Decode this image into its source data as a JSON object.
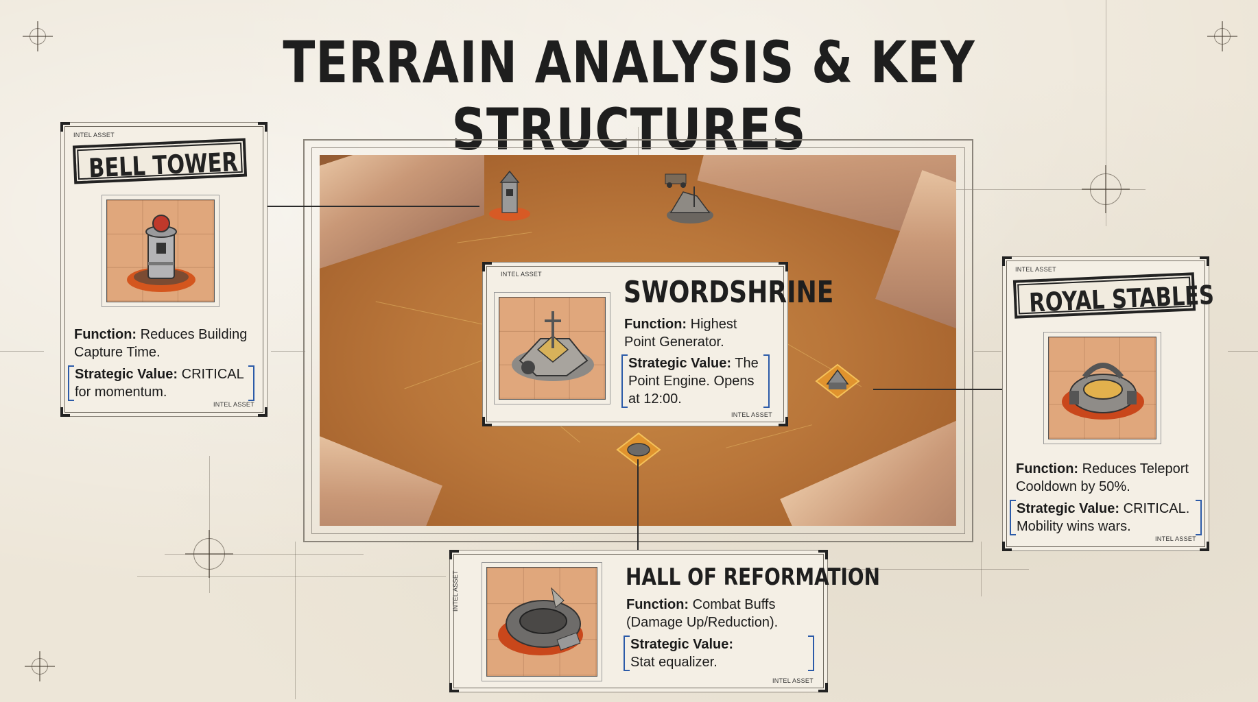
{
  "title": "TERRAIN ANALYSIS & KEY STRUCTURES",
  "tag_text": "INTEL ASSET",
  "function_label": "Function:",
  "strategic_label": "Strategic Value:",
  "colors": {
    "bracket": "#2b5aa8",
    "map_floor": "#b9763a",
    "paper": "#ede6d8"
  },
  "cards": {
    "bell_tower": {
      "name": "BELL TOWER",
      "function_text": "Reduces Building Capture Time.",
      "strategic_text": "CRITICAL for momentum."
    },
    "swordshrine": {
      "name": "SWORDSHRINE",
      "function_text": "Highest Point Generator.",
      "strategic_text": "The Point Engine. Opens at 12:00."
    },
    "royal_stables": {
      "name": "ROYAL STABLES",
      "function_text": "Reduces Teleport Cooldown by 50%.",
      "strategic_text": "CRITICAL. Mobility wins wars."
    },
    "hall_of_reformation": {
      "name": "HALL OF REFORMATION",
      "function_text": "Combat Buffs (Damage Up/Reduction).",
      "strategic_text": "Stat equalizer."
    }
  }
}
